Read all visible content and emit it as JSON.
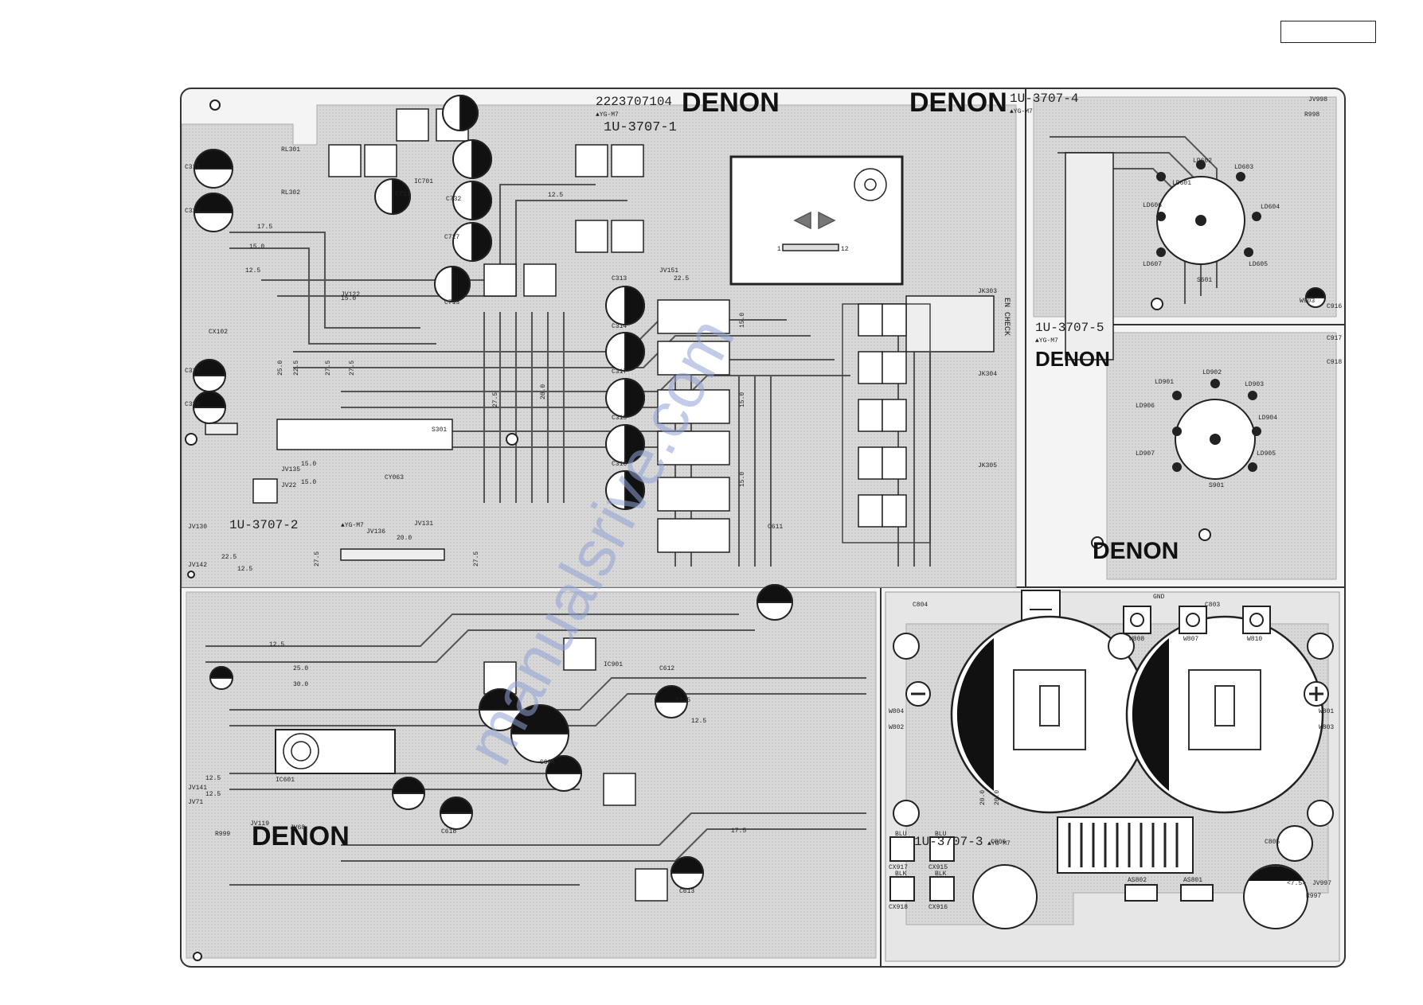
{
  "header": {
    "page_box_text": ""
  },
  "boards": {
    "b1": {
      "part_no": "2223707104",
      "brand": "DENON",
      "id": "1U-3707-1",
      "mark": "▲YG-M7"
    },
    "b4": {
      "brand": "DENON",
      "id": "1U-3707-4",
      "mark": "▲YG-M7"
    },
    "b5": {
      "brand": "DENON",
      "id": "1U-3707-5",
      "mark": "▲YG-M7"
    },
    "b2": {
      "brand": "DENON",
      "id": "1U-3707-2",
      "mark": "▲YG-M7"
    },
    "b3": {
      "brand": "DENON",
      "id": "1U-3707-3",
      "mark": "▲YG-M7"
    }
  },
  "watermark": "manualsrive.com",
  "labels": {
    "s301": "S301",
    "s601": "S601",
    "s901": "S901",
    "jk303": "JK303",
    "jk304": "JK304",
    "jk305": "JK305",
    "en_check": "EN CHECK",
    "cx102": "CX102",
    "cy063": "CY063",
    "c804": "C804",
    "c803": "C803",
    "c806": "C806",
    "c805": "C805",
    "gnd": "GND",
    "blu1": "BLU",
    "blu2": "BLU",
    "blk1": "BLK",
    "blk2": "BLK",
    "cx917": "CX917",
    "cx915": "CX915",
    "cx918": "CX918",
    "cx916": "CX916",
    "as802": "AS802",
    "as801": "AS801",
    "w808": "W808",
    "w807": "W807",
    "w810": "W810",
    "w804": "W804",
    "w802": "W802",
    "w801": "W801",
    "w803": "W803",
    "rl301": "RL301",
    "rl302": "RL302",
    "ic701": "IC701",
    "ic601": "IC601",
    "ic901": "IC901",
    "c311": "C311",
    "c312": "C312",
    "c319": "C319",
    "c320": "C320",
    "c313": "C313",
    "c314": "C314",
    "c317": "C317",
    "c315": "C315",
    "c316": "C316",
    "c731": "C731",
    "c732": "C732",
    "c713": "C713",
    "c727": "C727",
    "c611": "C611",
    "c612": "C612",
    "c604": "C604",
    "c613": "C613",
    "c618": "C618",
    "c916": "C916",
    "c917": "C917",
    "c918": "C918",
    "ld601": "LD601",
    "ld602": "LD602",
    "ld603": "LD603",
    "ld604": "LD604",
    "ld605": "LD605",
    "ld606": "LD606",
    "ld607": "LD607",
    "ld901": "LD901",
    "ld902": "LD902",
    "ld903": "LD903",
    "ld904": "LD904",
    "ld905": "LD905",
    "ld906": "LD906",
    "ld907": "LD907",
    "pin1": "1",
    "pin12": "12",
    "v125": "12.5",
    "v150": "15.0",
    "v175": "17.5",
    "v200": "20.0",
    "v225": "22.5",
    "v250": "25.0",
    "v275": "27.5",
    "v300": "30.0",
    "jv151": "JV151",
    "jv122": "JV122",
    "jv135": "JV135",
    "jv22": "JV22",
    "jv130": "JV130",
    "jv136": "JV136",
    "jv131": "JV131",
    "jv142": "JV142",
    "jv141": "JV141",
    "jv71": "JV71",
    "jv119": "JV119",
    "jv68": "JV68",
    "r999": "R999",
    "r998": "R998",
    "r997": "R997",
    "w903": "W903",
    "jv998": "JV998",
    "jv997": "JV997",
    "lt75": "<7.5>"
  }
}
